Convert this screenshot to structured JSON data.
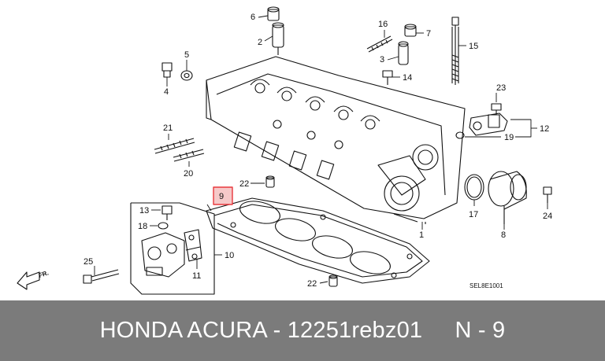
{
  "callouts": {
    "c1": "1",
    "c2": "2",
    "c3": "3",
    "c4": "4",
    "c5": "5",
    "c6": "6",
    "c7": "7",
    "c8": "8",
    "c9": "9",
    "c10": "10",
    "c11": "11",
    "c12": "12",
    "c13": "13",
    "c14": "14",
    "c15": "15",
    "c16": "16",
    "c17": "17",
    "c18": "18",
    "c19": "19",
    "c20": "20",
    "c21": "21",
    "c22a": "22",
    "c22b": "22",
    "c23": "23",
    "c24": "24",
    "c25": "25"
  },
  "front_arrow": "FR.",
  "diagram_code": "SEL8E1001",
  "footer": {
    "text": "HONDA ACURA - 12251rebz01     N - 9"
  },
  "colors": {
    "highlight": "#e8383d",
    "footer_bg": "#7b7b7b",
    "line": "#111111"
  }
}
